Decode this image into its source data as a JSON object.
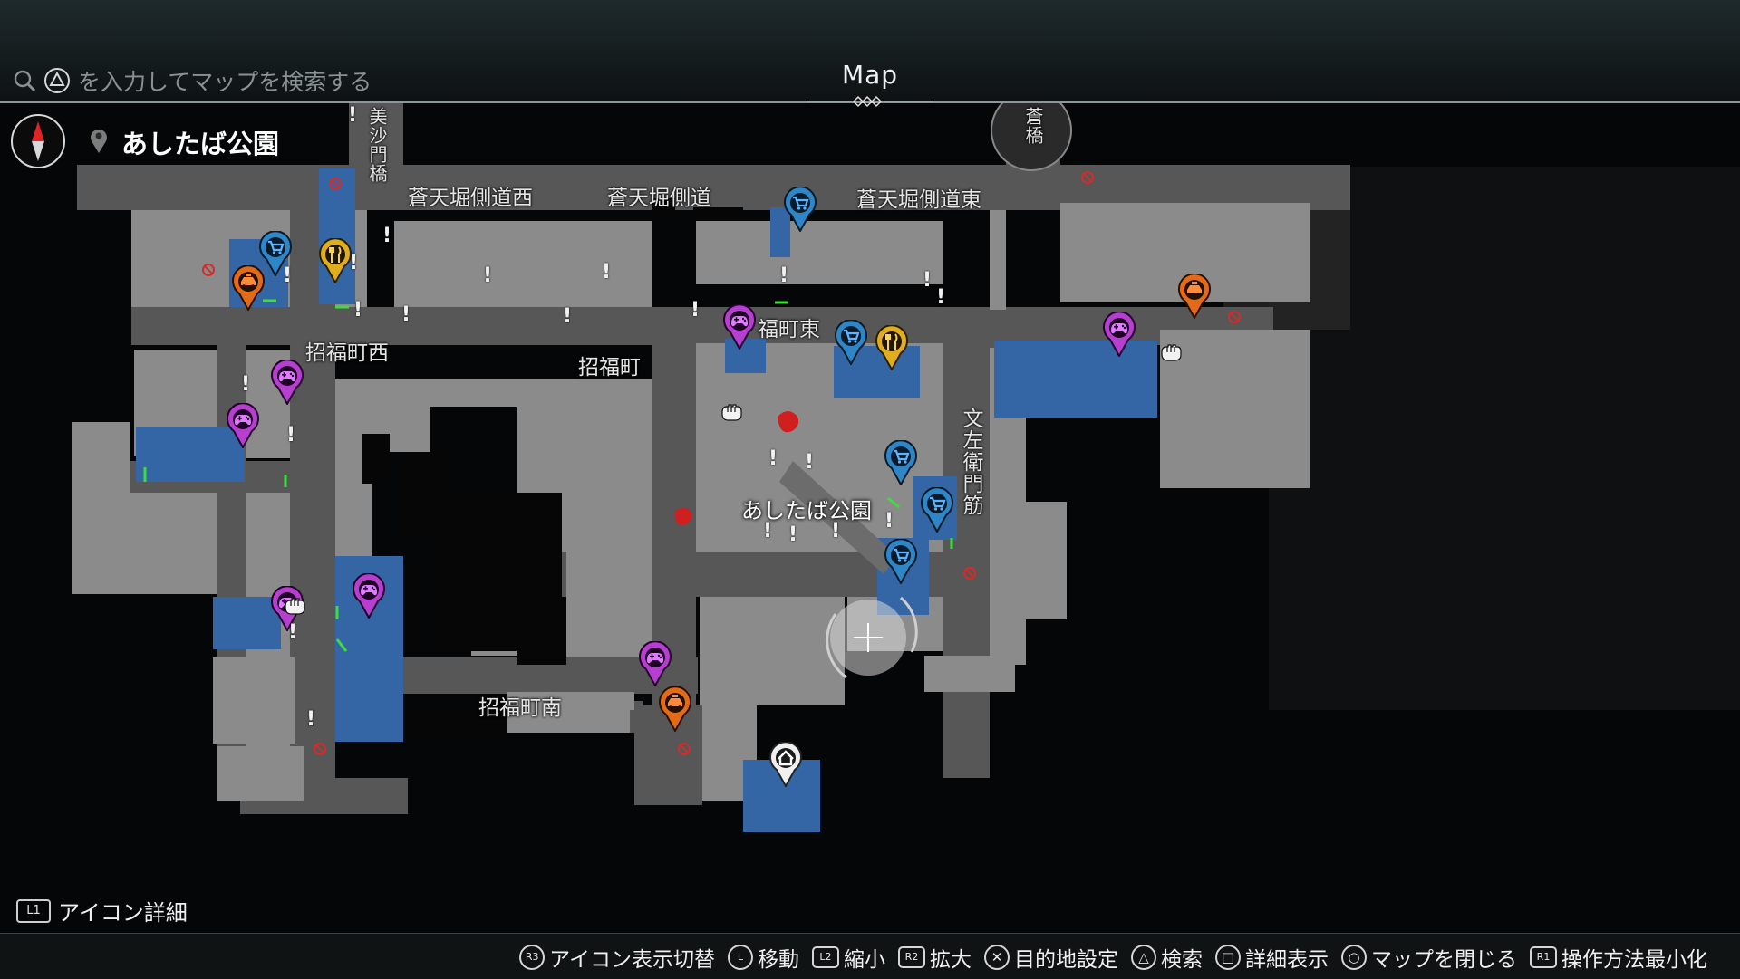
{
  "header": {
    "search_prompt": "を入力してマップを検索する",
    "title": "Map",
    "current_location": "あしたば公園"
  },
  "map": {
    "road_labels": {
      "soten_west": "蒼天堀側道西",
      "soten": "蒼天堀側道",
      "soten_east": "蒼天堀側道東",
      "shofuku_west": "招福町西",
      "shofuku": "招福町",
      "shofuku_east": "福町東",
      "shofuku_south": "招福町南",
      "bunzaemon": "文左衛門筋",
      "bridge_left": "美沙門橋",
      "bridge_right": "蒼橋"
    },
    "area_label": "あしたば公園"
  },
  "legend": {
    "icon_detail_button": "L1",
    "icon_detail_label": "アイコン詳細"
  },
  "controls": [
    {
      "button": "R3",
      "label": "アイコン表示切替"
    },
    {
      "button": "L",
      "label": "移動"
    },
    {
      "button": "L2",
      "label": "縮小"
    },
    {
      "button": "R2",
      "label": "拡大"
    },
    {
      "button": "✕",
      "label": "目的地設定"
    },
    {
      "button": "△",
      "label": "検索"
    },
    {
      "button": "□",
      "label": "詳細表示"
    },
    {
      "button": "○",
      "label": "マップを閉じる"
    },
    {
      "button": "R1",
      "label": "操作方法最小化"
    }
  ],
  "colors": {
    "block": "#888888",
    "street": "#555555",
    "store": "#3569a8",
    "shop_pin": "#2f86c7",
    "food_pin": "#e0ad1e",
    "taxi_pin": "#e36a17",
    "play_pin": "#b63fcf",
    "home_pin": "#ffffff",
    "enemy": "#cc1f1f"
  },
  "icons": {
    "shop": "cart-icon",
    "food": "fork-knife-icon",
    "taxi": "taxi-icon",
    "play": "gamepad-icon",
    "home": "home-icon",
    "fight": "fist-icon",
    "noentry": "no-entry-icon",
    "quest": "exclamation-icon"
  }
}
